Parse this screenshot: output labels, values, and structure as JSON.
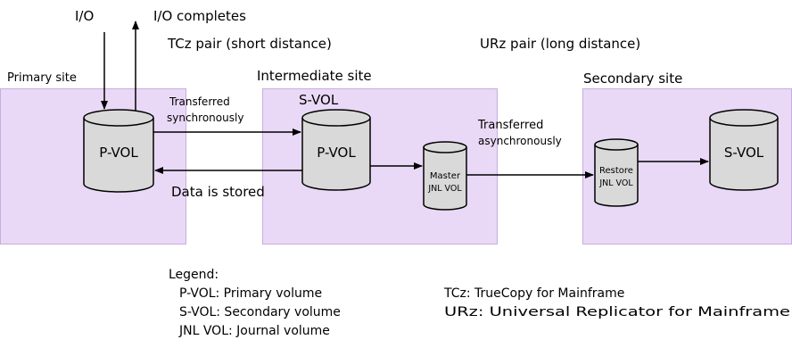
{
  "labels": {
    "io": "I/O",
    "io_completes": "I/O completes",
    "tcz_pair": "TCz pair (short distance)",
    "urz_pair": "URz pair (long distance)",
    "primary_site": "Primary site",
    "intermediate_site": "Intermediate site",
    "secondary_site": "Secondary site",
    "transferred_sync_1": "Transferred",
    "transferred_sync_2": "synchronously",
    "svol_top": "S-VOL",
    "transferred_async_1": "Transferred",
    "transferred_async_2": "asynchronously",
    "data_is_stored": "Data is stored"
  },
  "volumes": {
    "primary_pvol": "P-VOL",
    "intermediate_pvol": "P-VOL",
    "master_jnl_1": "Master",
    "master_jnl_2": "JNL VOL",
    "restore_jnl_1": "Restore",
    "restore_jnl_2": "JNL VOL",
    "secondary_svol": "S-VOL"
  },
  "legend": {
    "title": "Legend:",
    "items": [
      "P-VOL: Primary volume",
      "S-VOL: Secondary volume",
      "JNL VOL: Journal volume",
      "TCz: TrueCopy for Mainframe",
      "URz: Universal Replicator for Mainframe"
    ]
  },
  "colors": {
    "site_fill": "#e9d9f6",
    "site_stroke": "#c6aee0",
    "cylinder_fill": "#d9d9d9",
    "cylinder_stroke": "#000000"
  }
}
